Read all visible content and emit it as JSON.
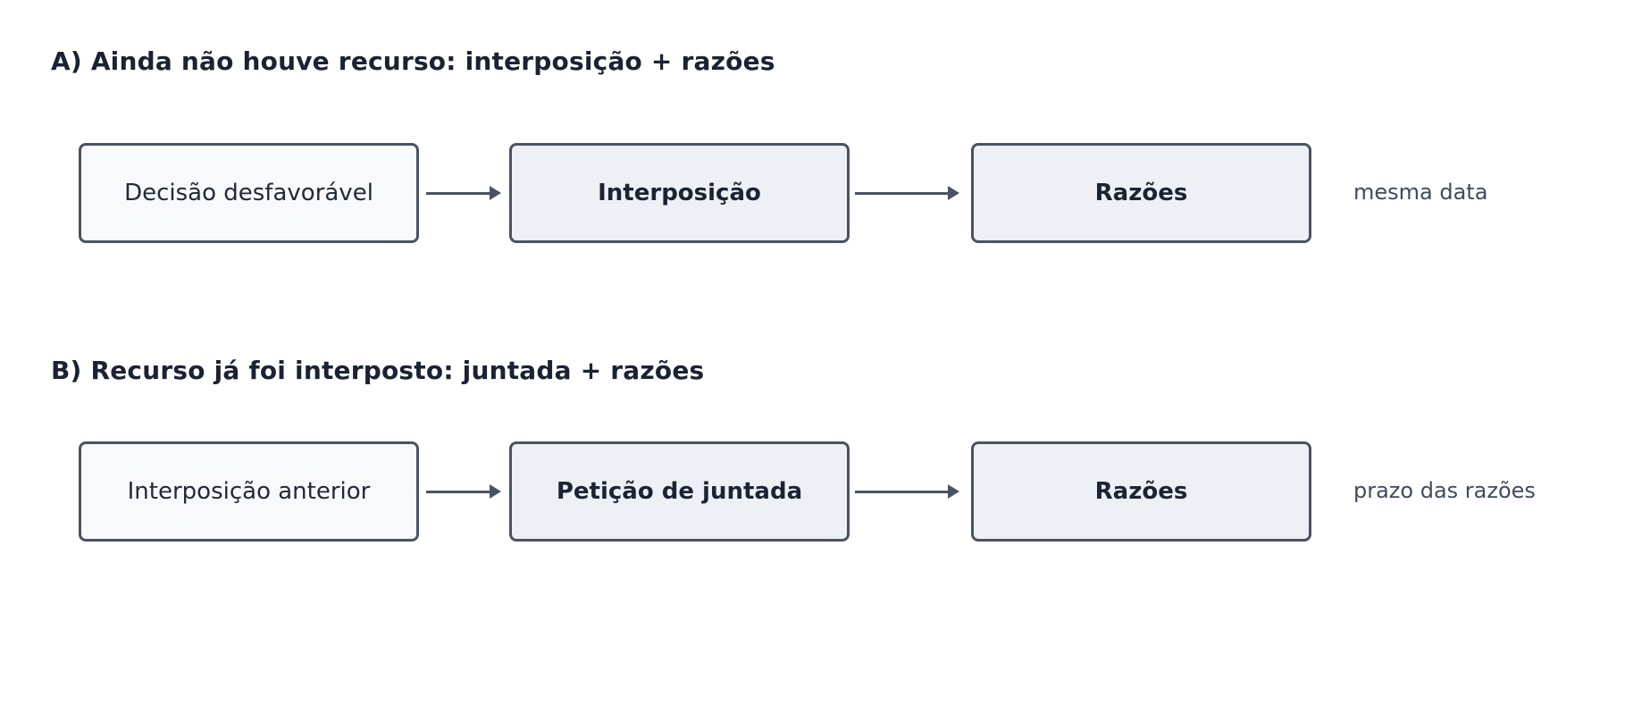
{
  "colors": {
    "background": "#ffffff",
    "node_border": "#4a5362",
    "node_start_fill": "#f7f9fb",
    "node_process_fill": "#edf0f5",
    "heading_text": "#1a2233",
    "node_text": "#1b2434",
    "side_note_text": "#3f4b5d",
    "arrow": "#4a5362"
  },
  "sections": [
    {
      "heading": "A) Ainda não houve recurso: interposição + razões",
      "nodes": [
        {
          "label": "Decisão desfavorável"
        },
        {
          "label": "Interposição"
        },
        {
          "label": "Razões"
        }
      ],
      "side_note": "mesma data"
    },
    {
      "heading": "B) Recurso já foi interposto: juntada + razões",
      "nodes": [
        {
          "label": "Interposição anterior"
        },
        {
          "label": "Petição de juntada"
        },
        {
          "label": "Razões"
        }
      ],
      "side_note": "prazo das razões"
    }
  ]
}
